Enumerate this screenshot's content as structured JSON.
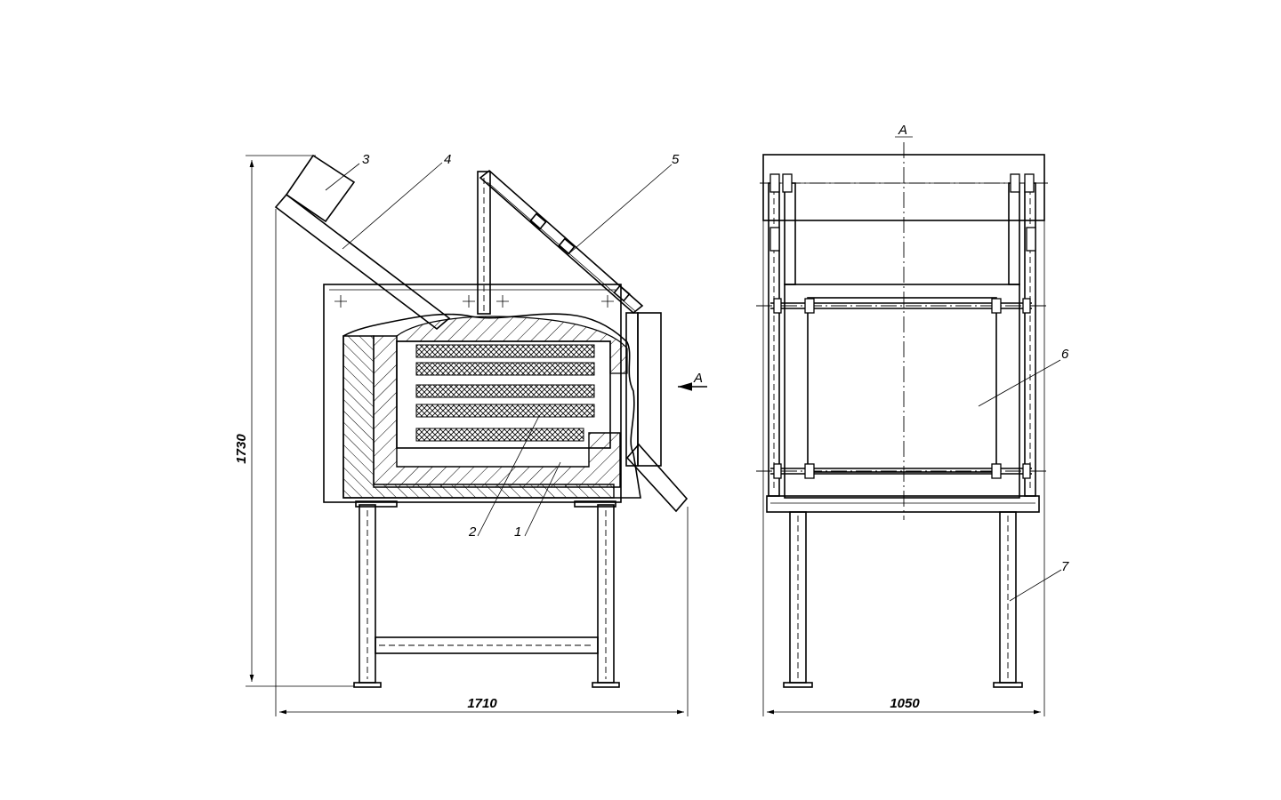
{
  "dimensions": {
    "width_front": "1710",
    "width_side": "1050",
    "height": "1730"
  },
  "view": {
    "section_label": "A",
    "view_arrow_label": "A"
  },
  "callouts": [
    "1",
    "2",
    "3",
    "4",
    "5",
    "6",
    "7"
  ]
}
